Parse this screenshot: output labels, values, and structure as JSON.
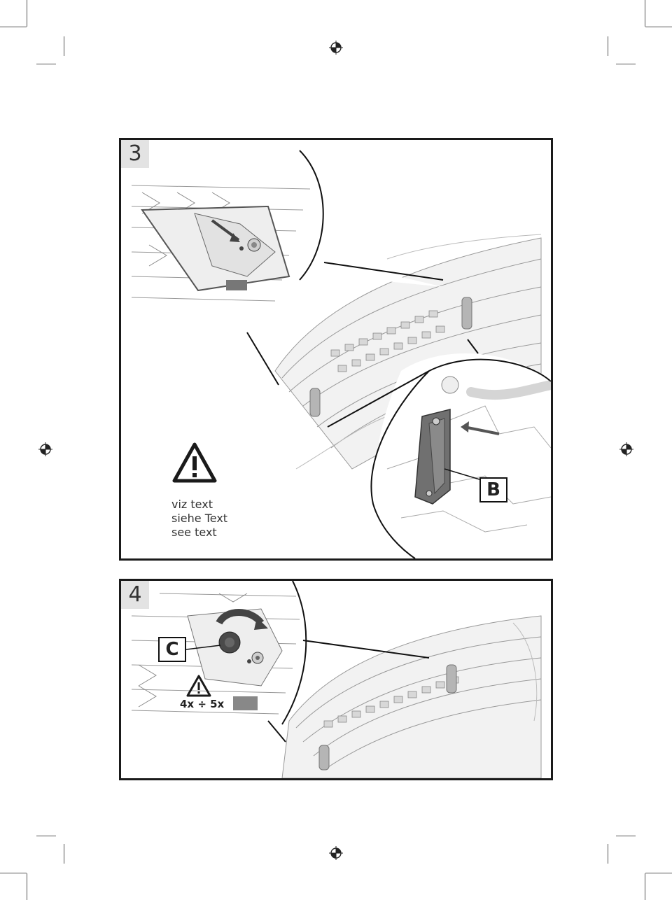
{
  "steps": [
    {
      "number": "3",
      "callout_label": "B",
      "notes": [
        "viz text",
        "siehe Text",
        "see text"
      ]
    },
    {
      "number": "4",
      "callout_label": "C",
      "quantity": "4x ÷ 5x"
    }
  ]
}
